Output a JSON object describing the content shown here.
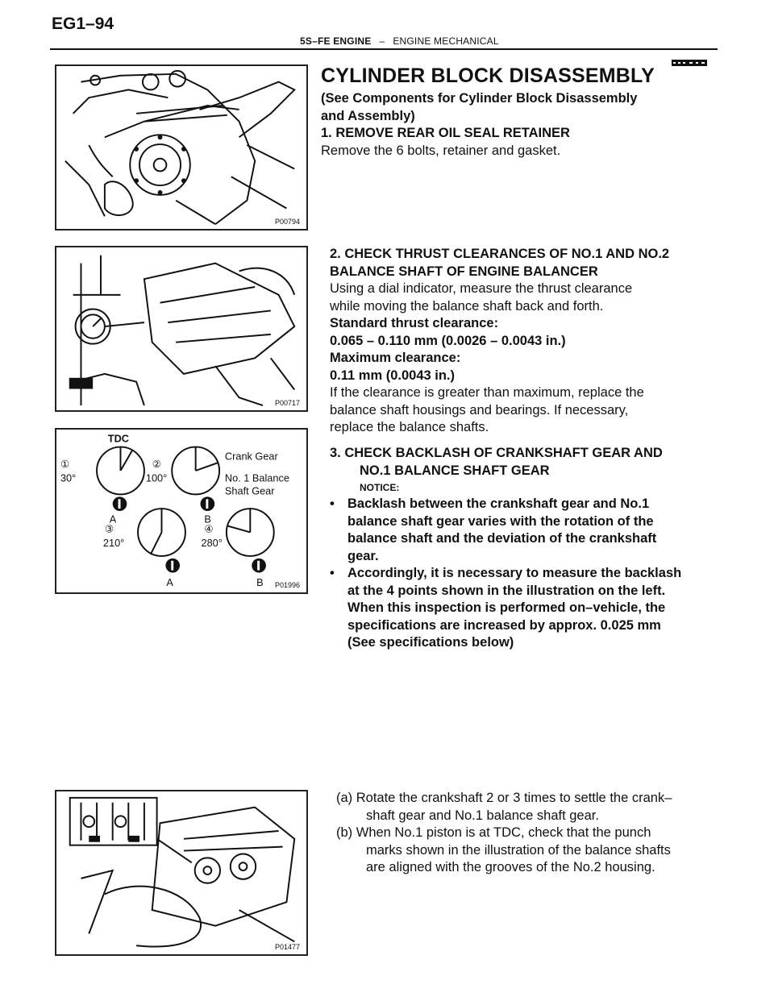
{
  "header": {
    "page_id": "EG1–94",
    "section": "5S–FE ENGINE",
    "separator": "–",
    "chapter": "ENGINE MECHANICAL"
  },
  "stamp": "EG6JJ–05",
  "title": "CYLINDER BLOCK DISASSEMBLY",
  "intro": {
    "see": "(See Components for Cylinder Block Disassembly",
    "see2": "and Assembly)",
    "step1": "1. REMOVE REAR OIL SEAL RETAINER",
    "step1_text": "Remove the 6 bolts, retainer and gasket."
  },
  "step2": {
    "heading1": "2. CHECK THRUST CLEARANCES OF NO.1 AND NO.2",
    "heading2": "BALANCE SHAFT OF ENGINE BALANCER",
    "text1": "Using a dial indicator, measure the thrust clearance",
    "text2": "while moving the balance shaft back and forth.",
    "std_label": "Standard thrust clearance:",
    "std_value": "0.065 – 0.110 mm (0.0026 – 0.0043 in.)",
    "max_label": "Maximum clearance:",
    "max_value": "0.11 mm (0.0043 in.)",
    "text3": "If the clearance is greater than maximum, replace the",
    "text4": "balance shaft housings and bearings. If necessary,",
    "text5": "replace the balance shafts."
  },
  "step3": {
    "heading1": "3. CHECK BACKLASH OF CRANKSHAFT GEAR AND",
    "heading2": "NO.1 BALANCE SHAFT GEAR",
    "notice": "NOTICE:",
    "bullet_char": "•",
    "b1_l1": "Backlash between the crankshaft gear and No.1",
    "b1_l2": "balance shaft gear varies with the rotation of the",
    "b1_l3": "balance shaft and the deviation of the crankshaft",
    "b1_l4": "gear.",
    "b2_l1": "Accordingly, it is necessary to measure the backlash",
    "b2_l2": "at the 4 points shown in the illustration on the left.",
    "b2_l3": "When this inspection is performed on–vehicle, the",
    "b2_l4": "specifications are increased by approx. 0.025 mm",
    "b2_l5": "(See specifications below)"
  },
  "stepa": {
    "a_l1": "(a) Rotate the crankshaft 2 or 3 times to settle the crank–",
    "a_l2": "shaft gear and No.1 balance shaft gear.",
    "b_l1": "(b) When No.1 piston is at TDC, check that the punch",
    "b_l2": "marks shown in the illustration of the balance shafts",
    "b_l3": "are aligned with the grooves of the No.2 housing."
  },
  "figures": {
    "fig1_code": "P00794",
    "fig2_code": "P00717",
    "fig3_code": "P01996",
    "fig4_code": "P01477",
    "fig3_labels": {
      "tdc": "TDC",
      "crank_gear": "Crank Gear",
      "balance1": "No. 1 Balance",
      "balance2": "Shaft Gear",
      "p1": "①",
      "p1_deg": "30°",
      "p2": "②",
      "p2_deg": "100°",
      "p3": "③",
      "p3_deg": "210°",
      "p4": "④",
      "p4_deg": "280°",
      "a": "A",
      "b": "B",
      "a2": "A",
      "b2": "B"
    }
  }
}
